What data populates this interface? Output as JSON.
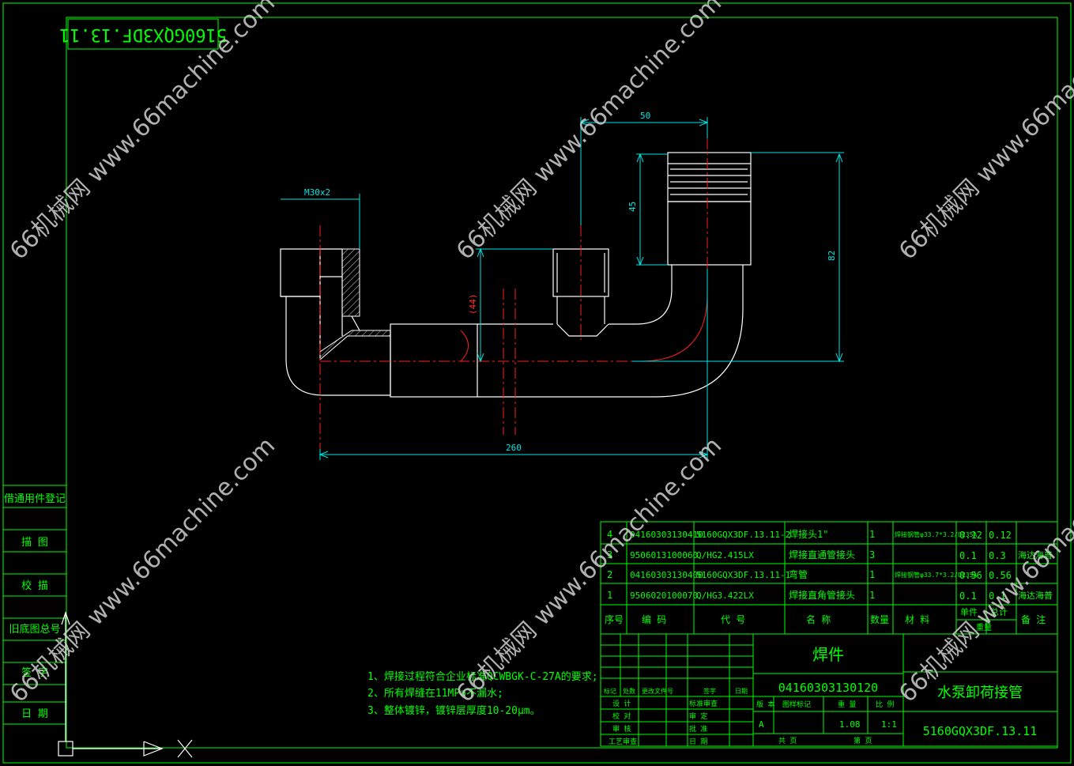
{
  "drawing_number_box": "5160GQX3DF.13.11",
  "dimensions": {
    "thread": "M30x2",
    "top_width": "50",
    "pipe_height": "45",
    "total_height": "82",
    "offset": "(44)",
    "total_length": "260"
  },
  "left_strip": [
    "借通用件登记",
    "描 图",
    "校 描",
    "旧底图总号",
    "签 字",
    "日 期"
  ],
  "notes": [
    "1、焊接过程符合企业标准QCWBGK-C-27A的要求;",
    "2、所有焊缝在11MPa不漏水;",
    "3、整体镀锌，镀锌层厚度10-20μm。"
  ],
  "bom": {
    "rows": [
      {
        "no": "4",
        "code": "04160303130410",
        "ref": "5160GQX3DF.13.11-2",
        "name": "焊接头1\"",
        "qty": "1",
        "mat": "焊接钢管φ33.7*3.2/Q235A",
        "unit": "0.12",
        "total": "0.12",
        "note": ""
      },
      {
        "no": "3",
        "code": "9506013100060",
        "ref": "Q/HG2.415LX",
        "name": "焊接直通管接头",
        "qty": "3",
        "mat": "",
        "unit": "0.1",
        "total": "0.3",
        "note": "海达海普"
      },
      {
        "no": "2",
        "code": "04160303130400",
        "ref": "5160GQX3DF.13.11-1",
        "name": "弯管",
        "qty": "1",
        "mat": "焊接钢管φ33.7*3.2/Q235A",
        "unit": "0.56",
        "total": "0.56",
        "note": ""
      },
      {
        "no": "1",
        "code": "9506020100070",
        "ref": "Q/HG3.422LX",
        "name": "焊接直角管接头",
        "qty": "1",
        "mat": "",
        "unit": "0.1",
        "total": "0.1",
        "note": "海达海普"
      }
    ],
    "headers": {
      "no": "序号",
      "code": "编 码",
      "ref": "代 号",
      "name": "名 称",
      "qty": "数量",
      "mat": "材 料",
      "unit": "单件",
      "total": "总计",
      "weight": "重量",
      "note": "备 注"
    }
  },
  "title_block": {
    "type": "焊件",
    "part_code": "04160303130120",
    "part_name": "水泵卸荷接管",
    "drawing_no": "5160GQX3DF.13.11",
    "rev_headers": [
      "标记",
      "处数",
      "更改文件号",
      "签字",
      "日期"
    ],
    "sign_rows": [
      [
        "设 计",
        "",
        "标准审查"
      ],
      [
        "校 对",
        "",
        "审 定"
      ],
      [
        "审 核",
        "",
        "批 准"
      ],
      [
        "工艺审查",
        "",
        "日 期"
      ]
    ],
    "stage_headers": [
      "版 本",
      "图样标记",
      "重 量",
      "比 例"
    ],
    "stage_values": [
      "A",
      "",
      "1.08",
      "1:1"
    ],
    "sheet": [
      "共 页",
      "第 页"
    ]
  },
  "watermark": "66机械网 www.66machine.com"
}
